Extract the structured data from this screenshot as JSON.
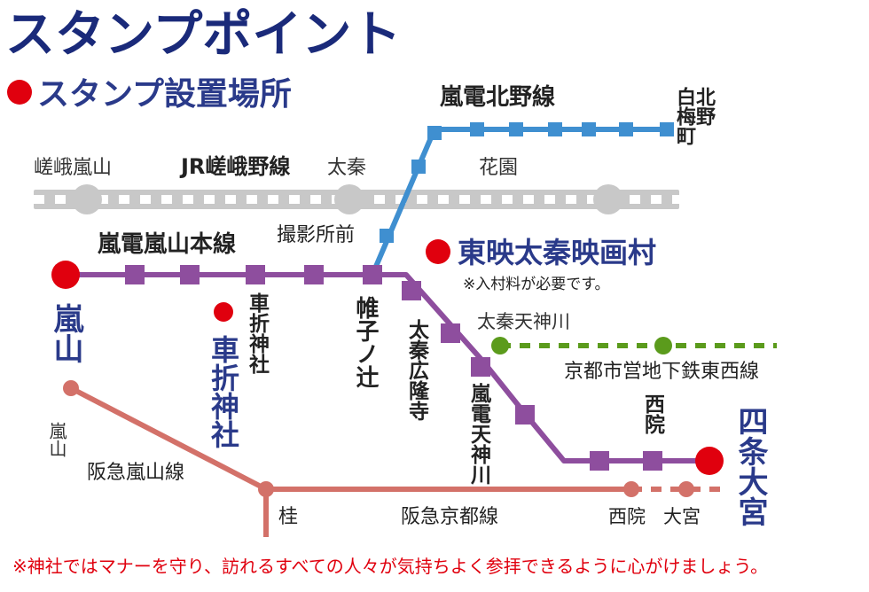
{
  "title": "スタンプポイント",
  "legend": {
    "marker_color": "#e0000e",
    "label": "スタンプ設置場所"
  },
  "colors": {
    "title": "#1a2a7a",
    "arashiyama_main": "#8e4e9e",
    "kitano": "#3f8fd0",
    "jr": "#c8c8c8",
    "hankyu": "#d37169",
    "tozai": "#5b9b1c",
    "stamp": "#e0000e",
    "stamp_label": "#2a3a8a",
    "footer": "#e0000e"
  },
  "lines": {
    "kitano": "嵐電北野線",
    "jr": "JR嵯峨野線",
    "arashiyama_main": "嵐電嵐山本線",
    "tozai": "京都市営地下鉄東西線",
    "hankyu_arashiyama": "阪急嵐山線",
    "hankyu_kyoto": "阪急京都線"
  },
  "stations": {
    "kitano_end": "白梅町",
    "kitano_end_kanji": "北野",
    "saga_arashiyama": "嵯峨嵐山",
    "uzumasa": "太秦",
    "hanazono": "花園",
    "satsueisho_mae": "撮影所前",
    "katabiranotsuji": "帷子ノ辻",
    "kurumazaki": "車折神社",
    "uzumasa_koryuji": "太秦広隆寺",
    "randen_tenjingawa": "嵐電天神川",
    "sai": "西院",
    "shijo_omiya": "四条大宮",
    "arashiyama": "嵐山",
    "uzumasa_tenjingawa": "太秦天神川",
    "hankyu_arashiyama": "嵐山",
    "katsura": "桂",
    "hankyu_sai": "西院",
    "hankyu_omiya": "大宮"
  },
  "stamp_points": [
    {
      "name": "嵐山"
    },
    {
      "name": "車折神社"
    },
    {
      "name": "東映太秦映画村",
      "note": "※入村料が必要です。"
    },
    {
      "name": "四条大宮"
    }
  ],
  "footer": "※神社ではマナーを守り、訪れるすべての人々が気持ちよく参拝できるように心がけましょう。"
}
